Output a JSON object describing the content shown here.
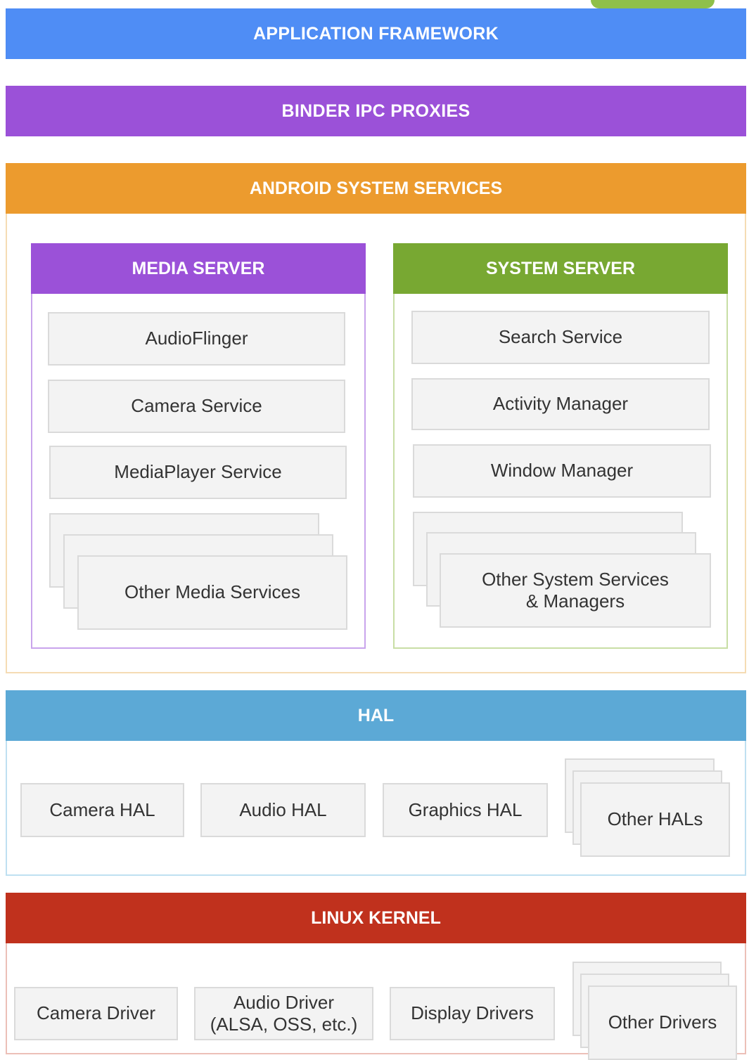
{
  "layers": {
    "app_framework": "APPLICATION FRAMEWORK",
    "binder": "BINDER IPC PROXIES",
    "system_services": "ANDROID SYSTEM SERVICES",
    "hal": "HAL",
    "kernel": "LINUX KERNEL"
  },
  "media_server": {
    "title": "MEDIA SERVER",
    "items": [
      "AudioFlinger",
      "Camera Service",
      "MediaPlayer Service",
      "Other Media Services"
    ]
  },
  "system_server": {
    "title": "SYSTEM SERVER",
    "items": [
      "Search Service",
      "Activity Manager",
      "Window Manager",
      "Other System Services\n& Managers"
    ]
  },
  "hal_items": [
    "Camera HAL",
    "Audio HAL",
    "Graphics HAL",
    "Other HALs"
  ],
  "kernel_items": [
    "Camera Driver",
    "Audio Driver\n(ALSA, OSS, etc.)",
    "Display Drivers",
    "Other Drivers"
  ],
  "colors": {
    "app_framework": "#4f8df5",
    "binder": "#9b51d8",
    "system_services": "#ec9b2e",
    "media_server": "#9b51d8",
    "system_server": "#78a832",
    "hal": "#5ca9d6",
    "kernel": "#c0311d"
  }
}
